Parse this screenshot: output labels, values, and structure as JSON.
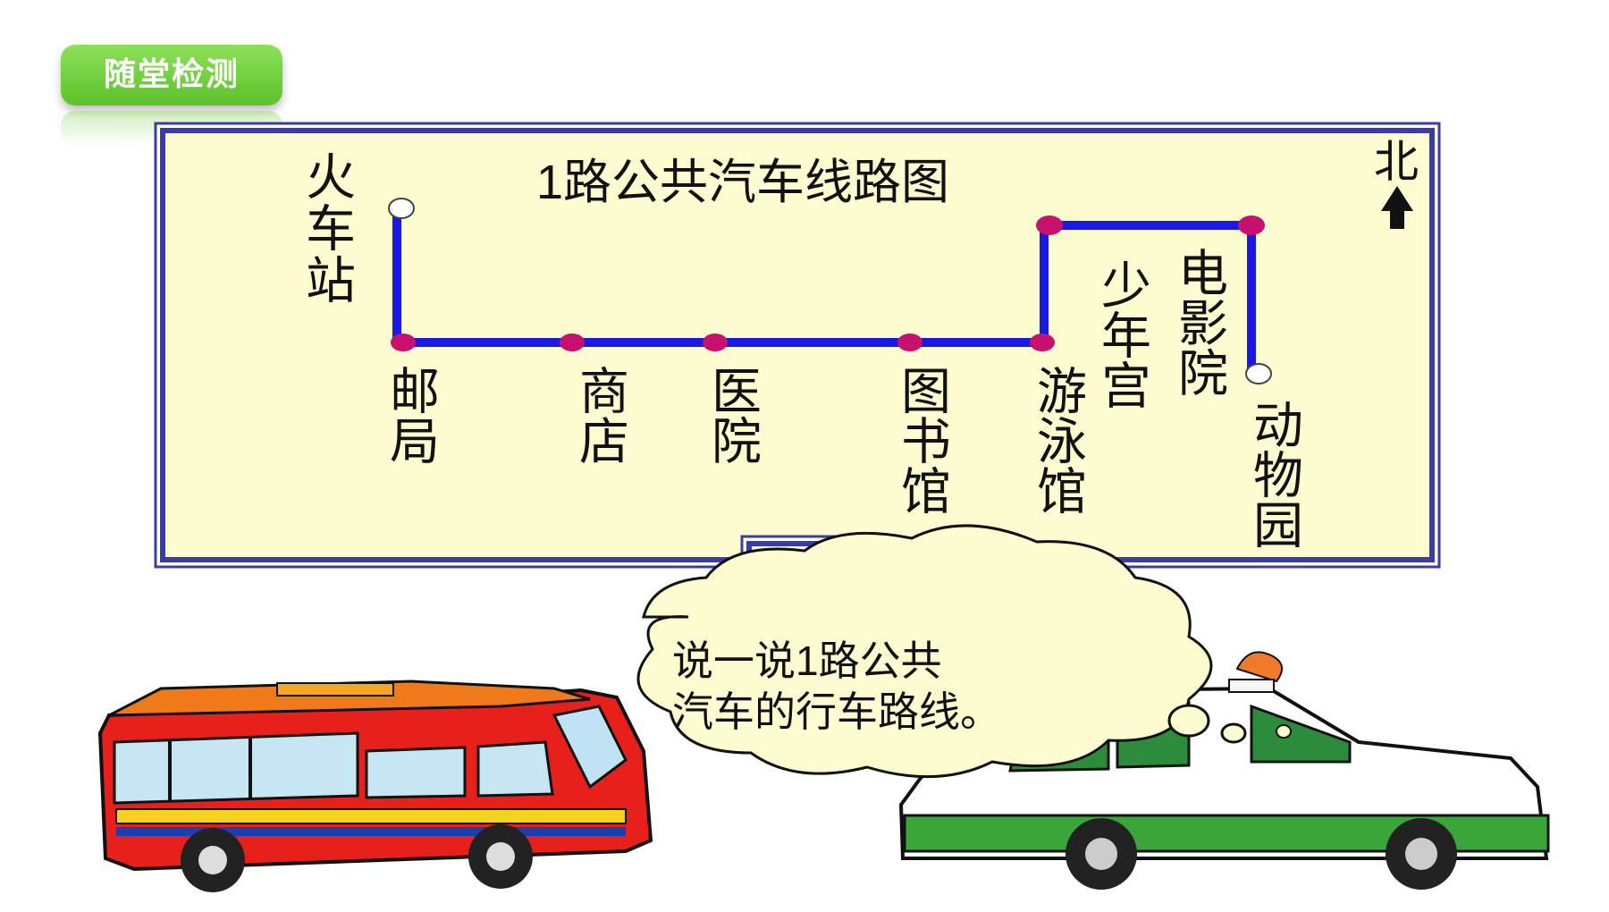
{
  "badge": {
    "label": "随堂检测"
  },
  "map": {
    "title": "1路公共汽车线路图",
    "north": "北",
    "stops": [
      {
        "id": "train",
        "label": "火车站"
      },
      {
        "id": "post",
        "label": "邮局"
      },
      {
        "id": "shop",
        "label": "商店"
      },
      {
        "id": "hospital",
        "label": "医院"
      },
      {
        "id": "library",
        "label": "图书馆"
      },
      {
        "id": "pool",
        "label": "游泳馆"
      },
      {
        "id": "youth",
        "label": "少年宫"
      },
      {
        "id": "cinema",
        "label": "电影院"
      },
      {
        "id": "zoo",
        "label": "动物园"
      }
    ]
  },
  "bubble": {
    "line1": "说一说1路公共",
    "line2": "汽车的行车路线。"
  },
  "colors": {
    "route": "#1a1ae6",
    "stop": "#c8106e",
    "board": "#fdfbd0",
    "frame": "#3c3ca8",
    "badge": "#6cc93a"
  }
}
